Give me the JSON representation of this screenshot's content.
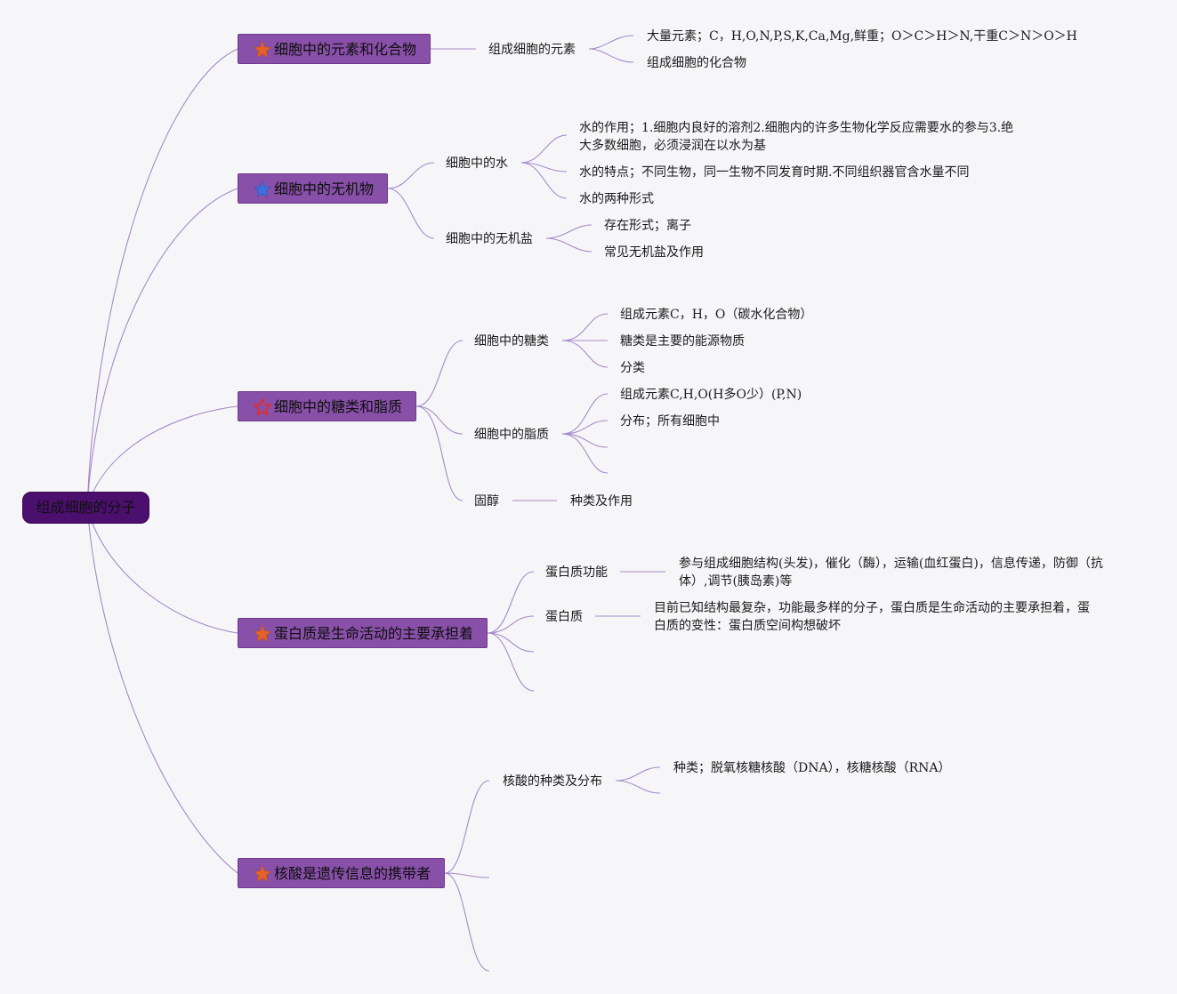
{
  "root": "组成细胞的分子",
  "colors": {
    "root": "#4b0f6e",
    "topic": "#8850a8",
    "line": "#a58ac8",
    "star_orange": "#e2622a",
    "star_blue": "#3d6fe0",
    "star_red": "#e02d2d"
  },
  "topics": [
    {
      "label": "细胞中的元素和化合物",
      "icon": "star-filled-orange-icon",
      "children": [
        {
          "label": "组成细胞的元素",
          "children": [
            "大量元素；C，H,O,N,P,S,K,Ca,Mg,鲜重；O＞C＞H＞N,干重C＞N＞O＞H",
            "组成细胞的化合物"
          ]
        }
      ]
    },
    {
      "label": "细胞中的无机物",
      "icon": "star-filled-blue-icon",
      "children": [
        {
          "label": "细胞中的水",
          "children": [
            "水的作用；1.细胞内良好的溶剂2.细胞内的许多生物化学反应需要水的参与3.绝大多数细胞，必须浸润在以水为基",
            "水的特点；不同生物，同一生物不同发育时期.不同组织器官含水量不同",
            "水的两种形式"
          ]
        },
        {
          "label": "细胞中的无机盐",
          "children": [
            "存在形式；离子",
            "常见无机盐及作用"
          ]
        }
      ]
    },
    {
      "label": "细胞中的糖类和脂质",
      "icon": "star-outline-red-icon",
      "children": [
        {
          "label": "细胞中的糖类",
          "children": [
            "组成元素C，H，O（碳水化合物）",
            "糖类是主要的能源物质",
            "分类"
          ]
        },
        {
          "label": "细胞中的脂质",
          "children": [
            "组成元素C,H,O(H多O少）(P,N)",
            "分布；所有细胞中",
            "",
            ""
          ]
        },
        {
          "label": "固醇",
          "children": [
            "种类及作用"
          ]
        }
      ]
    },
    {
      "label": "蛋白质是生命活动的主要承担着",
      "icon": "star-filled-orange-icon",
      "children": [
        {
          "label": "蛋白质功能",
          "children": [
            "参与组成细胞结构(头发)，催化（酶），运输(血红蛋白)，信息传递，防御（抗体）,调节(胰岛素)等"
          ]
        },
        {
          "label": "蛋白质",
          "children": [
            "目前已知结构最复杂，功能最多样的分子，蛋白质是生命活动的主要承担着，蛋白质的变性：蛋白质空间构想破坏"
          ]
        },
        {
          "label": "",
          "children": []
        },
        {
          "label": "",
          "children": []
        }
      ]
    },
    {
      "label": "核酸是遗传信息的携带者",
      "icon": "star-filled-orange-icon",
      "children": [
        {
          "label": "核酸的种类及分布",
          "children": [
            "种类；脱氧核糖核酸（DNA），核糖核酸（RNA）",
            ""
          ]
        },
        {
          "label": "",
          "children": []
        },
        {
          "label": "",
          "children": []
        }
      ]
    }
  ]
}
